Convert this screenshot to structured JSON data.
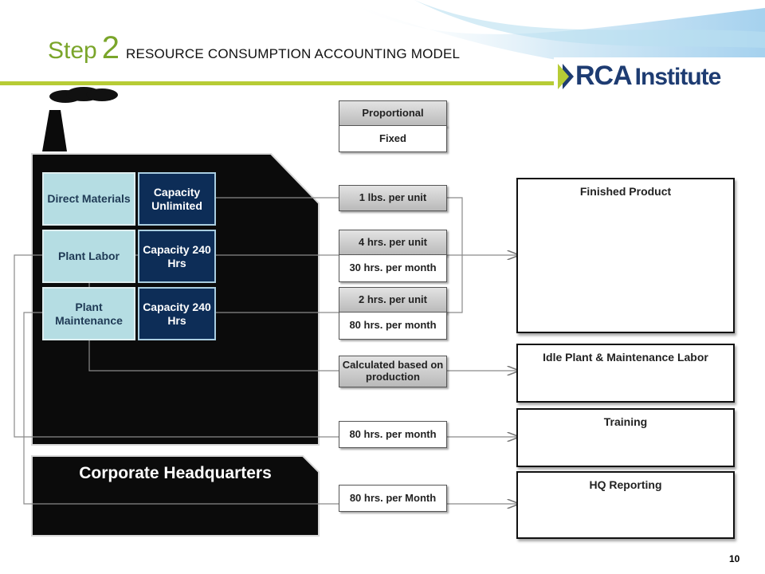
{
  "header": {
    "step_word": "Step",
    "step_number": "2",
    "subtitle": "RESOURCE CONSUMPTION ACCOUNTING MODEL",
    "logo_main": "RCA",
    "logo_secondary": "Institute",
    "accent_color": "#b7cc35"
  },
  "factory": {
    "resources": [
      {
        "name": "Direct Materials",
        "capacity": "Capacity Unlimited"
      },
      {
        "name": "Plant Labor",
        "capacity": "Capacity 240 Hrs"
      },
      {
        "name": "Plant Maintenance",
        "capacity": "Capacity 240 Hrs"
      }
    ]
  },
  "hq": {
    "label": "Corporate Headquarters"
  },
  "legend": {
    "proportional": "Proportional",
    "fixed": "Fixed"
  },
  "rates": {
    "direct_materials": "1 lbs. per unit",
    "labor_proportional": "4 hrs. per unit",
    "labor_fixed": "30 hrs. per month",
    "maintenance_proportional": "2 hrs. per unit",
    "maintenance_fixed": "80 hrs. per month",
    "idle": "Calculated based on production",
    "training": "80 hrs. per month",
    "hq_reporting": "80 hrs. per Month"
  },
  "destinations": {
    "finished_product": "Finished Product",
    "idle": "Idle Plant & Maintenance Labor",
    "training": "Training",
    "hq_reporting": "HQ Reporting"
  },
  "footer": {
    "page_number": "10"
  }
}
